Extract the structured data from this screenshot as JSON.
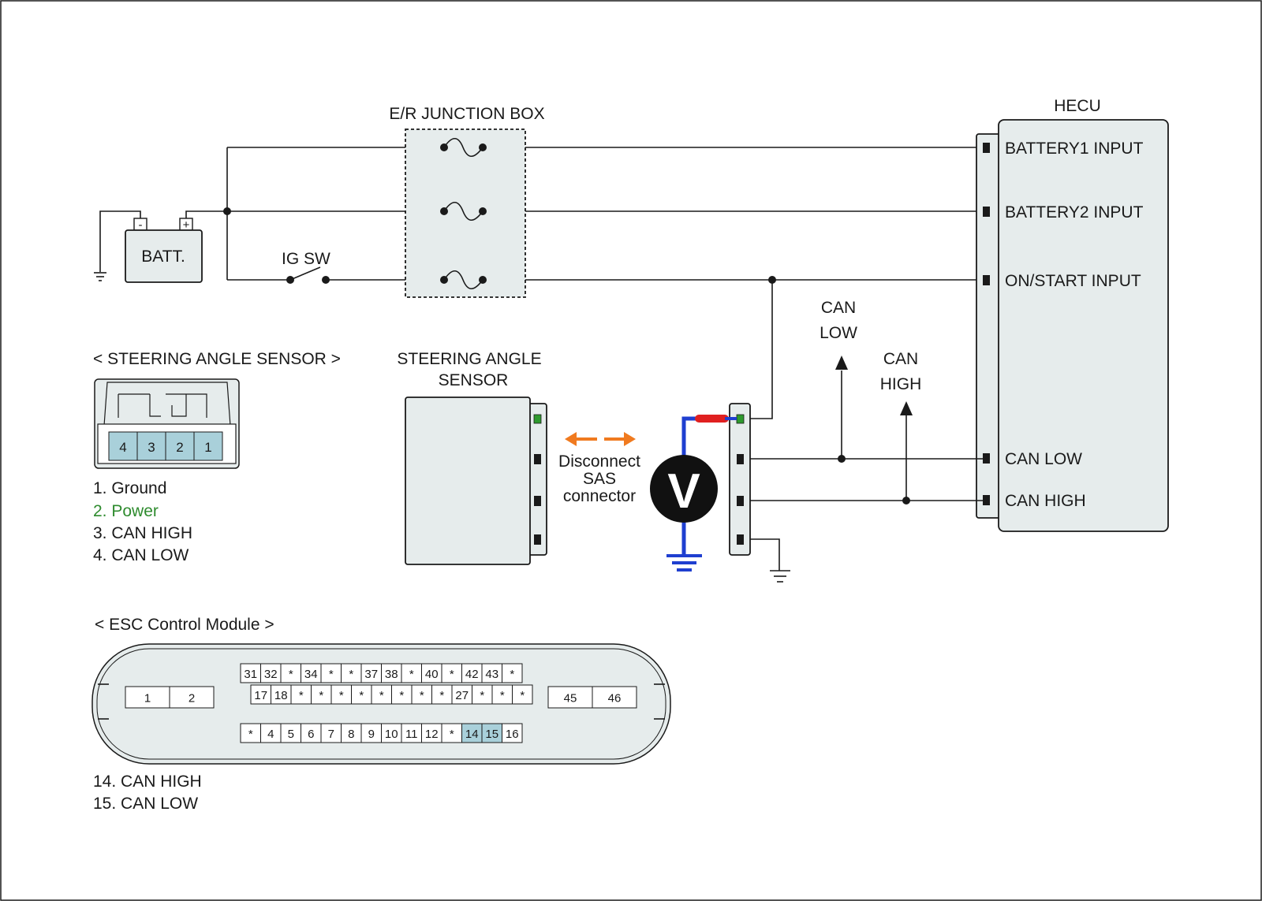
{
  "colors": {
    "panel_fill": "#e6ecec",
    "highlight_pin": "#a9d0da",
    "power_text": "#2e8b2e",
    "probe_red": "#e02020",
    "probe_blue": "#1f3fd0",
    "disconnect_arrow": "#f07a1f"
  },
  "junction_box": {
    "title": "E/R JUNCTION BOX"
  },
  "battery": {
    "label": "BATT.",
    "neg": "-",
    "pos": "+"
  },
  "ig_switch": {
    "label": "IG SW"
  },
  "hecu": {
    "title": "HECU",
    "pins": [
      "BATTERY1 INPUT",
      "BATTERY2 INPUT",
      "ON/START INPUT",
      "CAN LOW",
      "CAN HIGH"
    ]
  },
  "can_arrows": {
    "low": [
      "CAN",
      "LOW"
    ],
    "high": [
      "CAN",
      "HIGH"
    ]
  },
  "sas_connector_view": {
    "title": "< STEERING ANGLE SENSOR >",
    "pins": [
      "4",
      "3",
      "2",
      "1"
    ],
    "legend": [
      "1. Ground",
      "2. Power",
      "3. CAN HIGH",
      "4. CAN LOW"
    ]
  },
  "sas_module": {
    "title": [
      "STEERING ANGLE",
      "SENSOR"
    ]
  },
  "disconnect": {
    "lines": [
      "Disconnect",
      "SAS",
      "connector"
    ]
  },
  "voltmeter": {
    "symbol": "V",
    "icon": "voltmeter-icon"
  },
  "esc_module": {
    "title": "< ESC Control Module >",
    "left_pins": [
      "1",
      "2"
    ],
    "right_pins": [
      "45",
      "46"
    ],
    "row1": [
      "31",
      "32",
      "*",
      "34",
      "*",
      "*",
      "37",
      "38",
      "*",
      "40",
      "*",
      "42",
      "43",
      "*"
    ],
    "row2": [
      "17",
      "18",
      "*",
      "*",
      "*",
      "*",
      "*",
      "*",
      "*",
      "*",
      "27",
      "*",
      "*",
      "*"
    ],
    "row3": [
      "*",
      "4",
      "5",
      "6",
      "7",
      "8",
      "9",
      "10",
      "11",
      "12",
      "*",
      "14",
      "15",
      "16"
    ],
    "highlighted_pins": [
      "14",
      "15"
    ],
    "legend": [
      "14. CAN HIGH",
      "15. CAN LOW"
    ]
  }
}
